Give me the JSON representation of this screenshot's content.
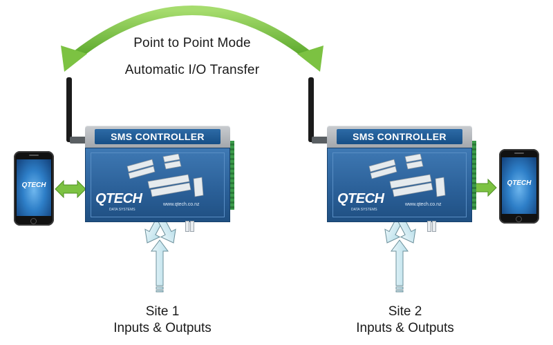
{
  "diagram": {
    "title": "Point to Point Mode",
    "subtitle": "Automatic I/O Transfer",
    "controllers": [
      {
        "label": "SMS CONTROLLER",
        "logo": "QTECH",
        "logo_sub": "DATA SYSTEMS",
        "url": "www.qtech.co.nz"
      },
      {
        "label": "SMS CONTROLLER",
        "logo": "QTECH",
        "logo_sub": "DATA SYSTEMS",
        "url": "www.qtech.co.nz"
      }
    ],
    "phones": [
      {
        "logo": "QTECH",
        "icon": "smartphone-icon"
      },
      {
        "logo": "QTECH",
        "icon": "smartphone-icon"
      }
    ],
    "sites": [
      {
        "name": "Site 1",
        "caption": "Inputs & Outputs"
      },
      {
        "name": "Site 2",
        "caption": "Inputs & Outputs"
      }
    ],
    "colors": {
      "radio_link_arrow": "#7cc242",
      "phone_link_arrow": "#7cc242",
      "io_arrows": "#cfe9f2",
      "controller_blue": "#2a5f97"
    }
  }
}
